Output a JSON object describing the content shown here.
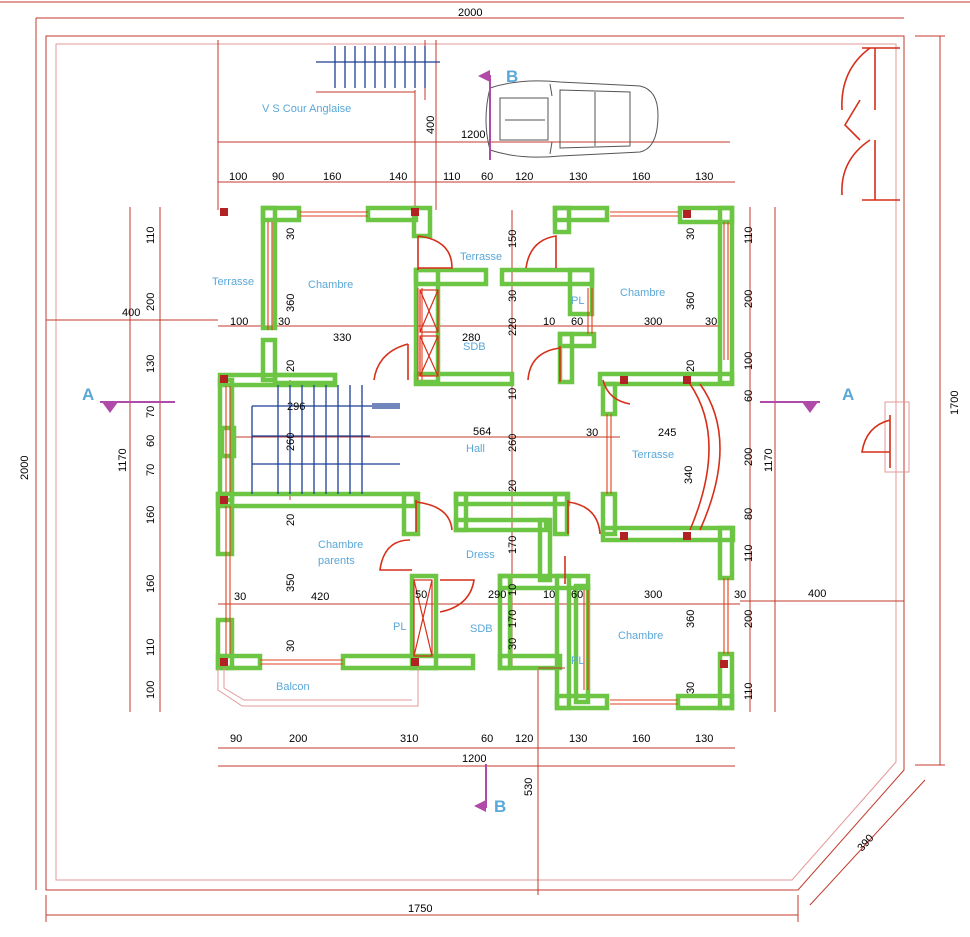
{
  "overall_dims": {
    "top_width": "2000",
    "left_height": "2000",
    "right_height": "1700",
    "bottom_width": "1750",
    "diagonal": "390",
    "center_width_top": "1200",
    "center_width_bottom": "1200",
    "left_span": "400",
    "right_span": "400",
    "top_offset": "400",
    "bottom_offset": "530",
    "house_height_left": "1170",
    "house_height_right": "1170"
  },
  "top_chain": [
    "100",
    "90",
    "160",
    "140",
    "110",
    "60",
    "120",
    "130",
    "160",
    "130"
  ],
  "bottom_chain": [
    "90",
    "200",
    "310",
    "60",
    "120",
    "130",
    "160",
    "130"
  ],
  "left_chain": [
    "110",
    "200",
    "130",
    "70",
    "60",
    "70",
    "160",
    "160",
    "110",
    "100"
  ],
  "right_chain": [
    "110",
    "200",
    "100",
    "60",
    "200",
    "80",
    "110",
    "200",
    "110"
  ],
  "interior_dims": {
    "ch1_w": "30",
    "ch1_h": "360",
    "ch1_b": "100",
    "ch1_c": "30",
    "ch1_d": "330",
    "ch1_e": "20",
    "terrace_h": "150",
    "sdb1_a": "220",
    "sdb1_b": "30",
    "sdb1_w": "280",
    "pl_a": "10",
    "pl_b": "60",
    "ch2_a": "30",
    "ch2_h": "360",
    "ch2_w": "300",
    "ch2_b": "30",
    "ch2_c": "20",
    "stair_w": "296",
    "stair_h": "260",
    "hall_w": "564",
    "hall_h": "260",
    "hall_a": "10",
    "hall_b": "30",
    "terr2_w": "245",
    "terr2_h": "340",
    "cp_a": "20",
    "cp_h": "350",
    "cp_w": "420",
    "cp_b": "30",
    "cp_c": "30",
    "dress_a": "20",
    "dress_h": "170",
    "dress_b": "10",
    "pl2_a": "50",
    "sdb2_w": "290",
    "sdb2_h": "170",
    "sdb2_b": "30",
    "ch3_a": "10",
    "ch3_b": "60",
    "ch3_w": "300",
    "ch3_h": "360",
    "ch3_c": "30",
    "ch3_d": "30"
  },
  "rooms": {
    "cour": "V S Cour Anglaise",
    "terrasse_top": "Terrasse",
    "terrasse_left": "Terrasse",
    "terrasse_right": "Terrasse",
    "chambre_left": "Chambre",
    "chambre_right": "Chambre",
    "chambre_bottom": "Chambre",
    "sdb_top": "SDB",
    "sdb_bottom": "SDB",
    "pl_top": "PL",
    "pl_bottom_left": "PL",
    "pl_bottom_right": "PL",
    "hall": "Hall",
    "chambre_parents_1": "Chambre",
    "chambre_parents_2": "parents",
    "dress": "Dress",
    "balcon": "Balcon"
  },
  "section_marks": {
    "a_left": "A",
    "a_right": "A",
    "b_top": "B",
    "b_bottom": "B"
  },
  "colors": {
    "walls": "#6cc644",
    "dims": "#c0392b",
    "labels": "#5aa8d8",
    "stairs": "#1c3f94",
    "columns": "#b22222",
    "section": "#b04aa8"
  }
}
